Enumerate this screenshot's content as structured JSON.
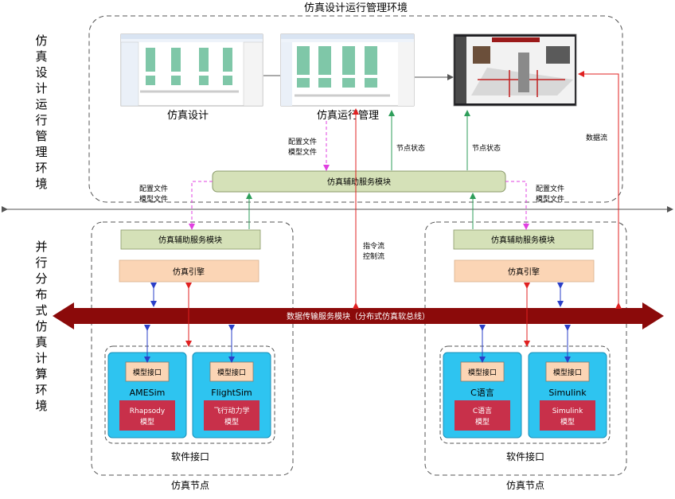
{
  "top_env": {
    "title": "仿真设计运行管理环境",
    "side_label": "仿真设计运行管理环境",
    "screens": [
      {
        "label": "仿真设计"
      },
      {
        "label": "仿真运行管理"
      },
      {
        "label": ""
      }
    ],
    "aux_service": "仿真辅助服务模块",
    "edge_labels": {
      "config_center_1": "配置文件",
      "config_center_2": "模型文件",
      "node_status_1": "节点状态",
      "node_status_2": "节点状态",
      "config_left_1": "配置文件",
      "config_left_2": "模型文件",
      "config_right_1": "配置文件",
      "config_right_2": "模型文件",
      "data_flow": "数据流",
      "cmd_flow_1": "指令流",
      "cmd_flow_2": "控制流"
    }
  },
  "bottom_env": {
    "side_label": "并行分布式仿真计算环境",
    "bus_label": "数据传输服务模块（分布式仿真软总线）",
    "nodes": [
      {
        "aux_service": "仿真辅助服务模块",
        "engine": "仿真引擎",
        "interface_group_label": "软件接口",
        "node_label": "仿真节点",
        "components": [
          {
            "interface": "模型接口",
            "tool": "AMESim",
            "model_line1": "Rhapsody",
            "model_line2": "模型"
          },
          {
            "interface": "模型接口",
            "tool": "FlightSim",
            "model_line1": "飞行动力学",
            "model_line2": "模型"
          }
        ]
      },
      {
        "aux_service": "仿真辅助服务模块",
        "engine": "仿真引擎",
        "interface_group_label": "软件接口",
        "node_label": "仿真节点",
        "components": [
          {
            "interface": "模型接口",
            "tool": "C语言",
            "model_line1": "C语言",
            "model_line2": "模型"
          },
          {
            "interface": "模型接口",
            "tool": "Simulink",
            "model_line1": "Simulink",
            "model_line2": "模型"
          }
        ]
      }
    ]
  },
  "colors": {
    "aux_green": "#d5e1b8",
    "engine_peach": "#fbd5b5",
    "bus_red": "#8b0a0a",
    "tool_cyan": "#2ec4f0",
    "model_red": "#c8304a",
    "arrow_green": "#2e9e5a",
    "arrow_magenta": "#e040e0",
    "arrow_red": "#e02020",
    "arrow_blue": "#2a3fc8"
  }
}
